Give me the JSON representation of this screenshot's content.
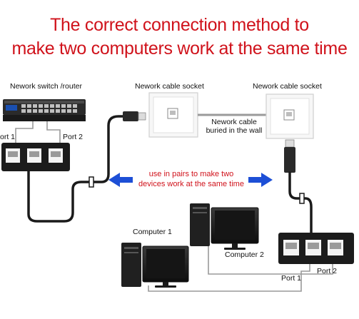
{
  "title": {
    "line1": "The correct connection method to",
    "line2": "make two computers work at the same time"
  },
  "labels": {
    "switch": "Nework switch /router",
    "socket_left": "Nework cable socket",
    "socket_right": "Nework cable socket",
    "cable_line1": "Nework cable",
    "cable_line2": "buried in the wall",
    "port1_top": "ort 1",
    "port2_top": "Port 2",
    "note_line1": "use in pairs to make two",
    "note_line2": "devices work at the same time",
    "computer1": "Computer 1",
    "computer2": "Computer 2",
    "port1_bottom": "Port 1",
    "port2_bottom": "Port 2"
  },
  "colors": {
    "title": "#d0121b",
    "note": "#d0121b",
    "arrow": "#1d4fd6",
    "cable": "#1a1a1a"
  }
}
